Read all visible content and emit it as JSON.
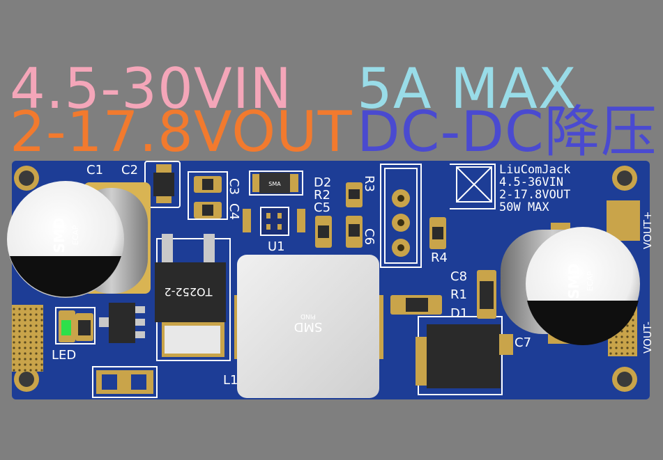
{
  "headline": {
    "vin": "4.5-30VIN",
    "max_current": "5A MAX",
    "vout": "2-17.8VOUT",
    "dcdc": "DC-DC降压"
  },
  "colors": {
    "background": "#7f7f7f",
    "vin": "#f4a6b9",
    "max_current": "#99dce8",
    "vout": "#f27a2e",
    "dcdc": "#4a4ad0",
    "pcb": "#1d3d96",
    "copper": "#c9a44a",
    "silk": "#ffffff"
  },
  "board": {
    "designators": {
      "c1": "C1",
      "c2": "C2",
      "c3": "C3",
      "c4": "C4",
      "c5": "C5",
      "c6": "C6",
      "c7": "C7",
      "c8": "C8",
      "d1": "D1",
      "d2": "D2",
      "r1": "R1",
      "r2": "R2",
      "r3": "R3",
      "r4": "R4",
      "u1": "U1",
      "l1": "L1",
      "led": "LED"
    },
    "info_block": [
      "LiuComJack",
      "4.5-36VIN",
      "2-17.8VOUT",
      "50W MAX"
    ],
    "terminals": {
      "vout_plus": "VOUT+",
      "vout_minus": "VOUT-"
    },
    "cap_left": {
      "line1": "SMD",
      "line2": "ECAP"
    },
    "cap_right": {
      "line1": "SMD",
      "line2": "ECAP"
    },
    "inductor": {
      "line1": "SMD",
      "line2": "PIND"
    },
    "regulator_marking": "TO252-2",
    "small_ic_marking": "SMA"
  }
}
